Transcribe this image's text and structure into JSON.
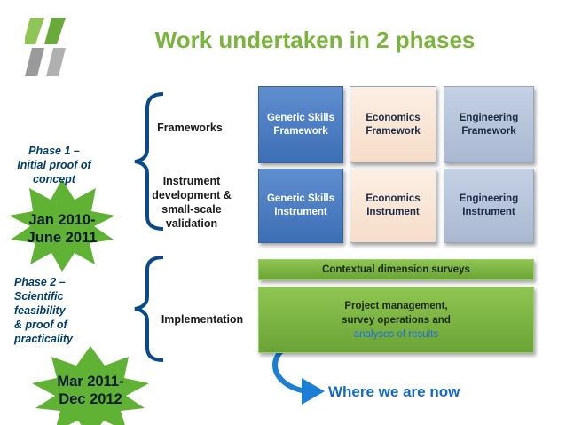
{
  "title": "Work undertaken in 2 phases",
  "phase1": {
    "label_lines": [
      "Phase 1 –",
      "Initial proof of",
      "concept"
    ],
    "dates": [
      "Jan 2010-",
      "June 2011"
    ]
  },
  "phase2": {
    "label_lines": [
      "Phase 2 –",
      "Scientific",
      "feasibility",
      "& proof of",
      "practicality"
    ],
    "dates": [
      "Mar 2011-",
      "Dec 2012"
    ]
  },
  "rows": {
    "frameworks": "Frameworks",
    "instrument": [
      "Instrument",
      "development &",
      "small-scale",
      "validation"
    ],
    "implementation": "Implementation"
  },
  "boxes": {
    "generic_framework": [
      "Generic Skills",
      "Framework"
    ],
    "economics_framework": [
      "Economics",
      "Framework"
    ],
    "engineering_framework": [
      "Engineering",
      "Framework"
    ],
    "generic_instrument": [
      "Generic Skills",
      "Instrument"
    ],
    "economics_instrument": [
      "Economics",
      "Instrument"
    ],
    "engineering_instrument": [
      "Engineering",
      "Instrument"
    ]
  },
  "implementation": {
    "contextual": "Contextual dimension surveys",
    "project_lines": [
      "Project management,",
      "survey operations and"
    ],
    "project_highlight": "analyses of results"
  },
  "where_we_are_now": "Where we are now",
  "colors": {
    "title_green": "#7bb43c",
    "star_green": "#5fb233",
    "brace_blue": "#0b4a8a",
    "arrow_blue": "#1c7fd6"
  }
}
